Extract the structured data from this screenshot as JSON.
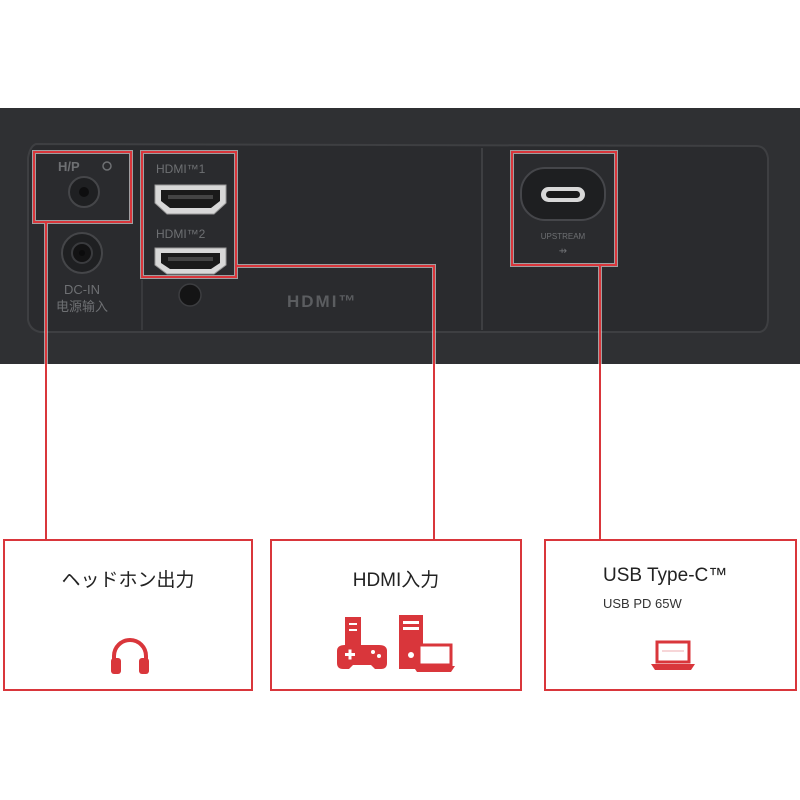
{
  "panel": {
    "ports": {
      "headphone_label": "H/P",
      "dc_in_label": "DC-IN",
      "dc_in_sublabel": "电源输入",
      "hdmi1_label": "HDMI™1",
      "hdmi2_label": "HDMI™2",
      "hdmi_logo": "HDMI™",
      "usbc_label": "UPSTREAM"
    }
  },
  "cards": {
    "headphone": {
      "title": "ヘッドホン出力",
      "icon": "headphones-icon"
    },
    "hdmi": {
      "title": "HDMI入力",
      "icon": "game-console-pc-laptop-icon"
    },
    "usbc": {
      "title": "USB Type-C™",
      "subtitle": "USB PD 65W",
      "icon": "laptop-icon"
    }
  },
  "colors": {
    "accent": "#d9363b",
    "panel": "#2f3033",
    "port_text": "#6e7073"
  }
}
